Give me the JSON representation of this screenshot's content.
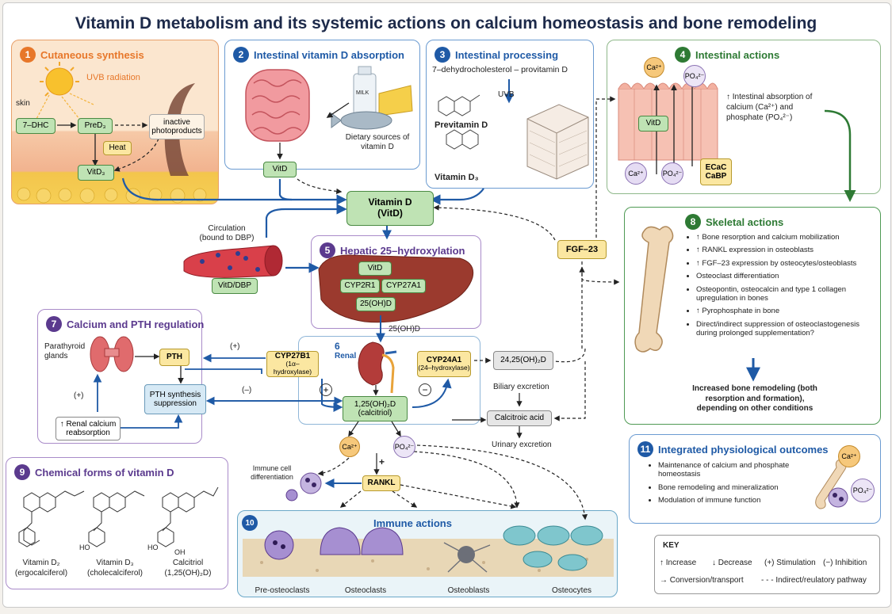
{
  "title": "Vitamin D metabolism and its systemic actions on calcium homeostasis and bone remodeling",
  "colors": {
    "orange": "#e7772a",
    "blue": "#1f5aa6",
    "green": "#2e7a34",
    "purple": "#5b3a8e",
    "arrow_blue": "#1f5aa6",
    "arrow_green": "#2e7a34"
  },
  "panel1": {
    "num": "1",
    "title": "Cutaneous synthesis",
    "uvb": "UVB radiation",
    "skin": "skin",
    "dhc": "7–DHC",
    "pred3": "PreD₃",
    "heat": "Heat",
    "vitd3": "VitD₃",
    "inactive": "inactive photoproducts"
  },
  "panel2": {
    "num": "2",
    "title": "Intestinal vitamin D absorption",
    "milk": "MILK",
    "dietary": "Dietary sources of vitamin D",
    "vitd": "VitD"
  },
  "panel3": {
    "num": "3",
    "title": "Intestinal processing",
    "sub": "7–dehydrocholesterol – provitamin D",
    "uvb": "UVB",
    "previtamin": "Previtamin D",
    "vitamind3": "Vitamin D₃"
  },
  "panel4": {
    "num": "4",
    "title": "Intestinal actions",
    "ca": "Ca²⁺",
    "po4": "PO₄²⁻",
    "vitd": "VitD",
    "ecac": "ECaC",
    "cabp": "CaBP",
    "absorption": "↑  Intestinal absorption of calcium (Ca²⁺) and phosphate (PO₄²⁻)"
  },
  "center": {
    "vitd_line1": "Vitamin D",
    "vitd_line2": "(VitD)",
    "circulation": "Circulation (bound to DBP)",
    "vitd_dbp": "VitD/DBP",
    "fgf23": "FGF–23"
  },
  "panel5": {
    "num": "5",
    "title": "Hepatic 25–hydroxylation",
    "vitd": "VitD",
    "cyp2r1": "CYP2R1",
    "cyp27a1": "CYP27A1",
    "oh25": "25(OH)D",
    "oh25_label": "25(OH)D"
  },
  "panel6": {
    "num": "6",
    "label": "Renal",
    "cyp27b1_line1": "CYP27B1",
    "cyp27b1_line2": "(1α–hydroxylase)",
    "cyp24a1_line1": "CYP24A1",
    "cyp24a1_line2": "(24–hydroxylase)",
    "plus": "+",
    "minus": "−",
    "calcitriol_line1": "1,25(OH)₂D",
    "calcitriol_line2": "(calcitriol)",
    "oh24": "24,25(OH)₂D",
    "biliary": "Biliary excretion",
    "calcitroic": "Calcitroic acid",
    "urinary": "Urinary excretion",
    "ca": "Ca²⁺",
    "po4": "PO₄²⁻",
    "plus_small": "+"
  },
  "panel7": {
    "num": "7",
    "title": "Calcium and PTH regulation",
    "parathyroid": "Parathyroid glands",
    "pth": "PTH",
    "pth_supp_line1": "PTH synthesis",
    "pth_supp_line2": "suppression",
    "renal_ca_line1": "↑ Renal calcium",
    "renal_ca_line2": "reabsorption",
    "plus1": "(+)",
    "plus2": "(+)",
    "minus": "(–)"
  },
  "panel8": {
    "num": "8",
    "title": "Skeletal actions",
    "items": [
      "↑  Bone resorption and calcium mobilization",
      "↑  RANKL expression in osteoblasts",
      "↑  FGF–23 expression by osteocytes/osteoblasts",
      "Osteoclast differentiation",
      "Osteopontin, osteocalcin and type 1 collagen upregulation in bones",
      "↑  Pyrophosphate in bone",
      "Direct/indirect suppression of osteoclastogenesis during prolonged supplementation?"
    ],
    "outcome": "Increased bone remodeling (both resorption and formation), depending on other conditions"
  },
  "panel9": {
    "num": "9",
    "title": "Chemical forms of vitamin D",
    "forms": [
      {
        "name": "Vitamin D₂",
        "sub": "(ergocalciferol)"
      },
      {
        "name": "Vitamin D₃",
        "sub": "(cholecalciferol)"
      },
      {
        "name": "Calcitriol",
        "sub": "(1,25(OH)₂D)"
      }
    ],
    "ho1": "HO",
    "ho2": "HO",
    "oh": "OH"
  },
  "panel10": {
    "num": "10",
    "title": "Immune actions",
    "immune_cell": "Immune cell differentiation",
    "rankl": "RANKL",
    "cells": [
      "Pre-osteoclasts",
      "Osteoclasts",
      "Osteoblasts",
      "Osteocytes"
    ]
  },
  "panel11": {
    "num": "11",
    "title": "Integrated physiological outcomes",
    "items": [
      "Maintenance of calcium and phosphate homeostasis",
      "Bone remodeling and mineralization",
      "Modulation of immune function"
    ],
    "ca": "Ca²⁺",
    "po4": "PO₄²⁻"
  },
  "key": {
    "title": "KEY",
    "increase": "↑ Increase",
    "decrease": "↓ Decrease",
    "stim": "(+) Stimulation",
    "inhib": "(−) Inhibition",
    "conv": "→ Conversion/transport",
    "indirect": "- - - Indirect/reulatory pathway"
  }
}
